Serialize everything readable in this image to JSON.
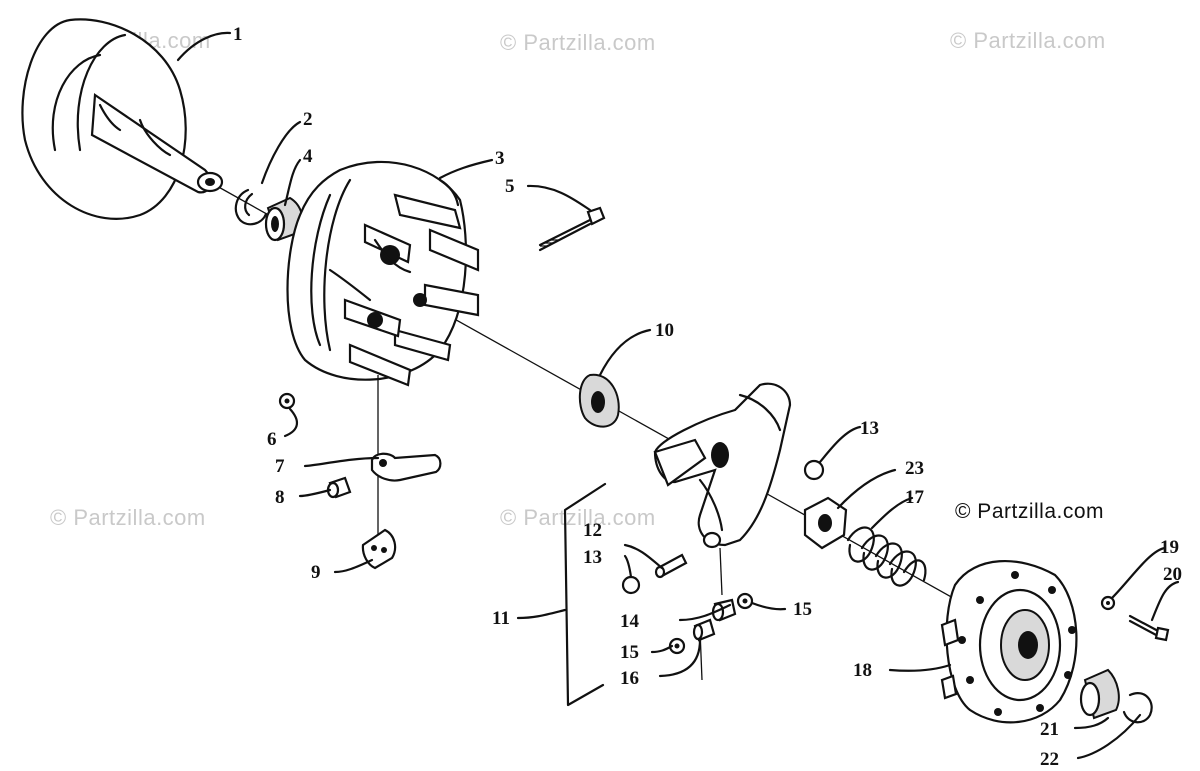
{
  "watermark": {
    "text": "© Partzilla.com"
  },
  "callouts": [
    {
      "id": "c1",
      "text": "1"
    },
    {
      "id": "c2",
      "text": "2"
    },
    {
      "id": "c3",
      "text": "3"
    },
    {
      "id": "c4",
      "text": "4"
    },
    {
      "id": "c5",
      "text": "5"
    },
    {
      "id": "c6",
      "text": "6"
    },
    {
      "id": "c7",
      "text": "7"
    },
    {
      "id": "c8",
      "text": "8"
    },
    {
      "id": "c9",
      "text": "9"
    },
    {
      "id": "c10",
      "text": "10"
    },
    {
      "id": "c11",
      "text": "11"
    },
    {
      "id": "c12",
      "text": "12"
    },
    {
      "id": "c13a",
      "text": "13"
    },
    {
      "id": "c13b",
      "text": "13"
    },
    {
      "id": "c14",
      "text": "14"
    },
    {
      "id": "c15a",
      "text": "15"
    },
    {
      "id": "c15b",
      "text": "15"
    },
    {
      "id": "c16",
      "text": "16"
    },
    {
      "id": "c17",
      "text": "17"
    },
    {
      "id": "c18",
      "text": "18"
    },
    {
      "id": "c19",
      "text": "19"
    },
    {
      "id": "c20",
      "text": "20"
    },
    {
      "id": "c21",
      "text": "21"
    },
    {
      "id": "c22",
      "text": "22"
    },
    {
      "id": "c23",
      "text": "23"
    }
  ]
}
